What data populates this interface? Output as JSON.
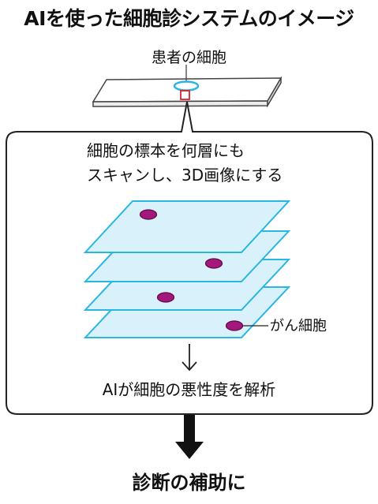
{
  "title": "AIを使った細胞診システムのイメージ",
  "slide_label": "患者の細胞",
  "step1_line1": "細胞の標本を何層にも",
  "step1_line2": "スキャンし、3D画像にする",
  "cancer_label": "がん細胞",
  "result": "AIが細胞の悪性度を解析",
  "conclusion": "診断の補助に",
  "colors": {
    "accent_cyan": "#29b6e3",
    "layer_fill": "#d9f1fb",
    "cell": "#a3187a",
    "highlight_red": "#e0202a",
    "outline": "#222222"
  }
}
